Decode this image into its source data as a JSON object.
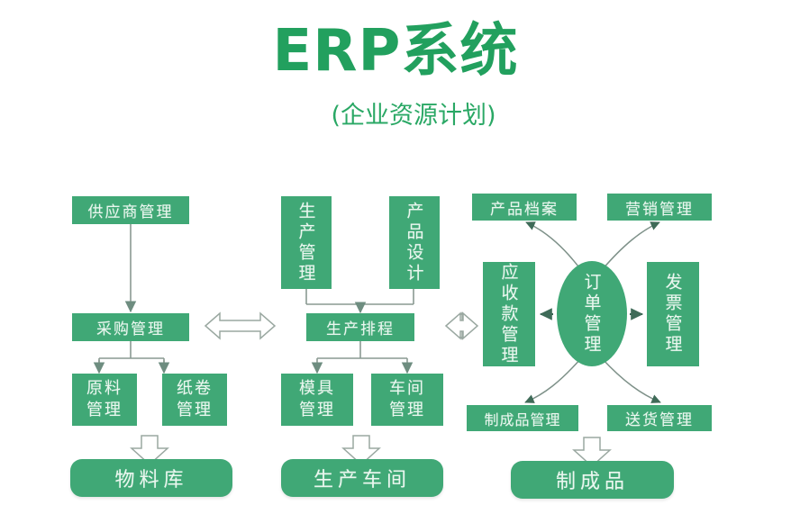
{
  "header": {
    "title": "ERP系统",
    "subtitle": "(企业资源计划)"
  },
  "colors": {
    "node_green": "#40a876",
    "title_green": "#22a05e",
    "connector_gray": "#8a9a92",
    "text_on_node": "#eaf7ef",
    "page_background": "#ffffff"
  },
  "diagram": {
    "type": "flowchart",
    "columns": [
      {
        "name": "procurement-column",
        "nodes": [
          "供应商管理",
          "采购管理",
          "原料管理",
          "纸卷管理",
          "物料库"
        ]
      },
      {
        "name": "production-column",
        "nodes": [
          "生产管理",
          "产品设计",
          "生产排程",
          "模具管理",
          "车间管理",
          "生产车间"
        ]
      },
      {
        "name": "order-column",
        "nodes": [
          "产品档案",
          "营销管理",
          "应收款管理",
          "订单管理",
          "发票管理",
          "制成品管理",
          "送货管理",
          "制成品"
        ]
      }
    ],
    "nodes": {
      "supplier_mgmt": "供应商管理",
      "purchase_mgmt": "采购管理",
      "raw_material_mgmt": "原料\n管理",
      "paper_roll_mgmt": "纸卷\n管理",
      "material_warehouse": "物料库",
      "production_mgmt": "生产管理",
      "product_design": "产品设计",
      "production_schedule": "生产排程",
      "mould_mgmt": "模具\n管理",
      "workshop_mgmt": "车间\n管理",
      "production_workshop": "生产车间",
      "product_archive": "产品档案",
      "marketing_mgmt": "营销管理",
      "receivable_mgmt": "应收款管理",
      "order_mgmt": "订单管理",
      "invoice_mgmt": "发票管理",
      "finished_goods_mgmt": "制成品管理",
      "delivery_mgmt": "送货管理",
      "finished_goods": "制成品"
    },
    "edges": [
      {
        "from": "供应商管理",
        "to": "采购管理",
        "style": "solid-arrow"
      },
      {
        "from": "采购管理",
        "to": "原料管理",
        "style": "solid-arrow"
      },
      {
        "from": "采购管理",
        "to": "纸卷管理",
        "style": "solid-arrow"
      },
      {
        "from": "原料管理/纸卷管理",
        "to": "物料库",
        "style": "hollow-block-arrow"
      },
      {
        "from": "生产管理",
        "to": "生产排程",
        "style": "solid-arrow"
      },
      {
        "from": "产品设计",
        "to": "生产排程",
        "style": "solid-arrow"
      },
      {
        "from": "生产排程",
        "to": "模具管理",
        "style": "solid-arrow"
      },
      {
        "from": "生产排程",
        "to": "车间管理",
        "style": "solid-arrow"
      },
      {
        "from": "模具管理/车间管理",
        "to": "生产车间",
        "style": "hollow-block-arrow"
      },
      {
        "from": "采购管理",
        "to": "生产排程",
        "style": "hollow-double-arrow"
      },
      {
        "from": "生产排程",
        "to": "应收款管理",
        "style": "hollow-double-arrow"
      },
      {
        "from": "订单管理",
        "to": "应收款管理",
        "style": "solid-arrow"
      },
      {
        "from": "订单管理",
        "to": "发票管理",
        "style": "solid-arrow"
      },
      {
        "from": "订单管理",
        "to": "产品档案",
        "style": "curved-arrow"
      },
      {
        "from": "订单管理",
        "to": "营销管理",
        "style": "curved-arrow"
      },
      {
        "from": "订单管理",
        "to": "制成品管理",
        "style": "curved-arrow"
      },
      {
        "from": "订单管理",
        "to": "送货管理",
        "style": "curved-arrow"
      },
      {
        "from": "制成品管理/送货管理",
        "to": "制成品",
        "style": "hollow-block-arrow"
      }
    ]
  }
}
